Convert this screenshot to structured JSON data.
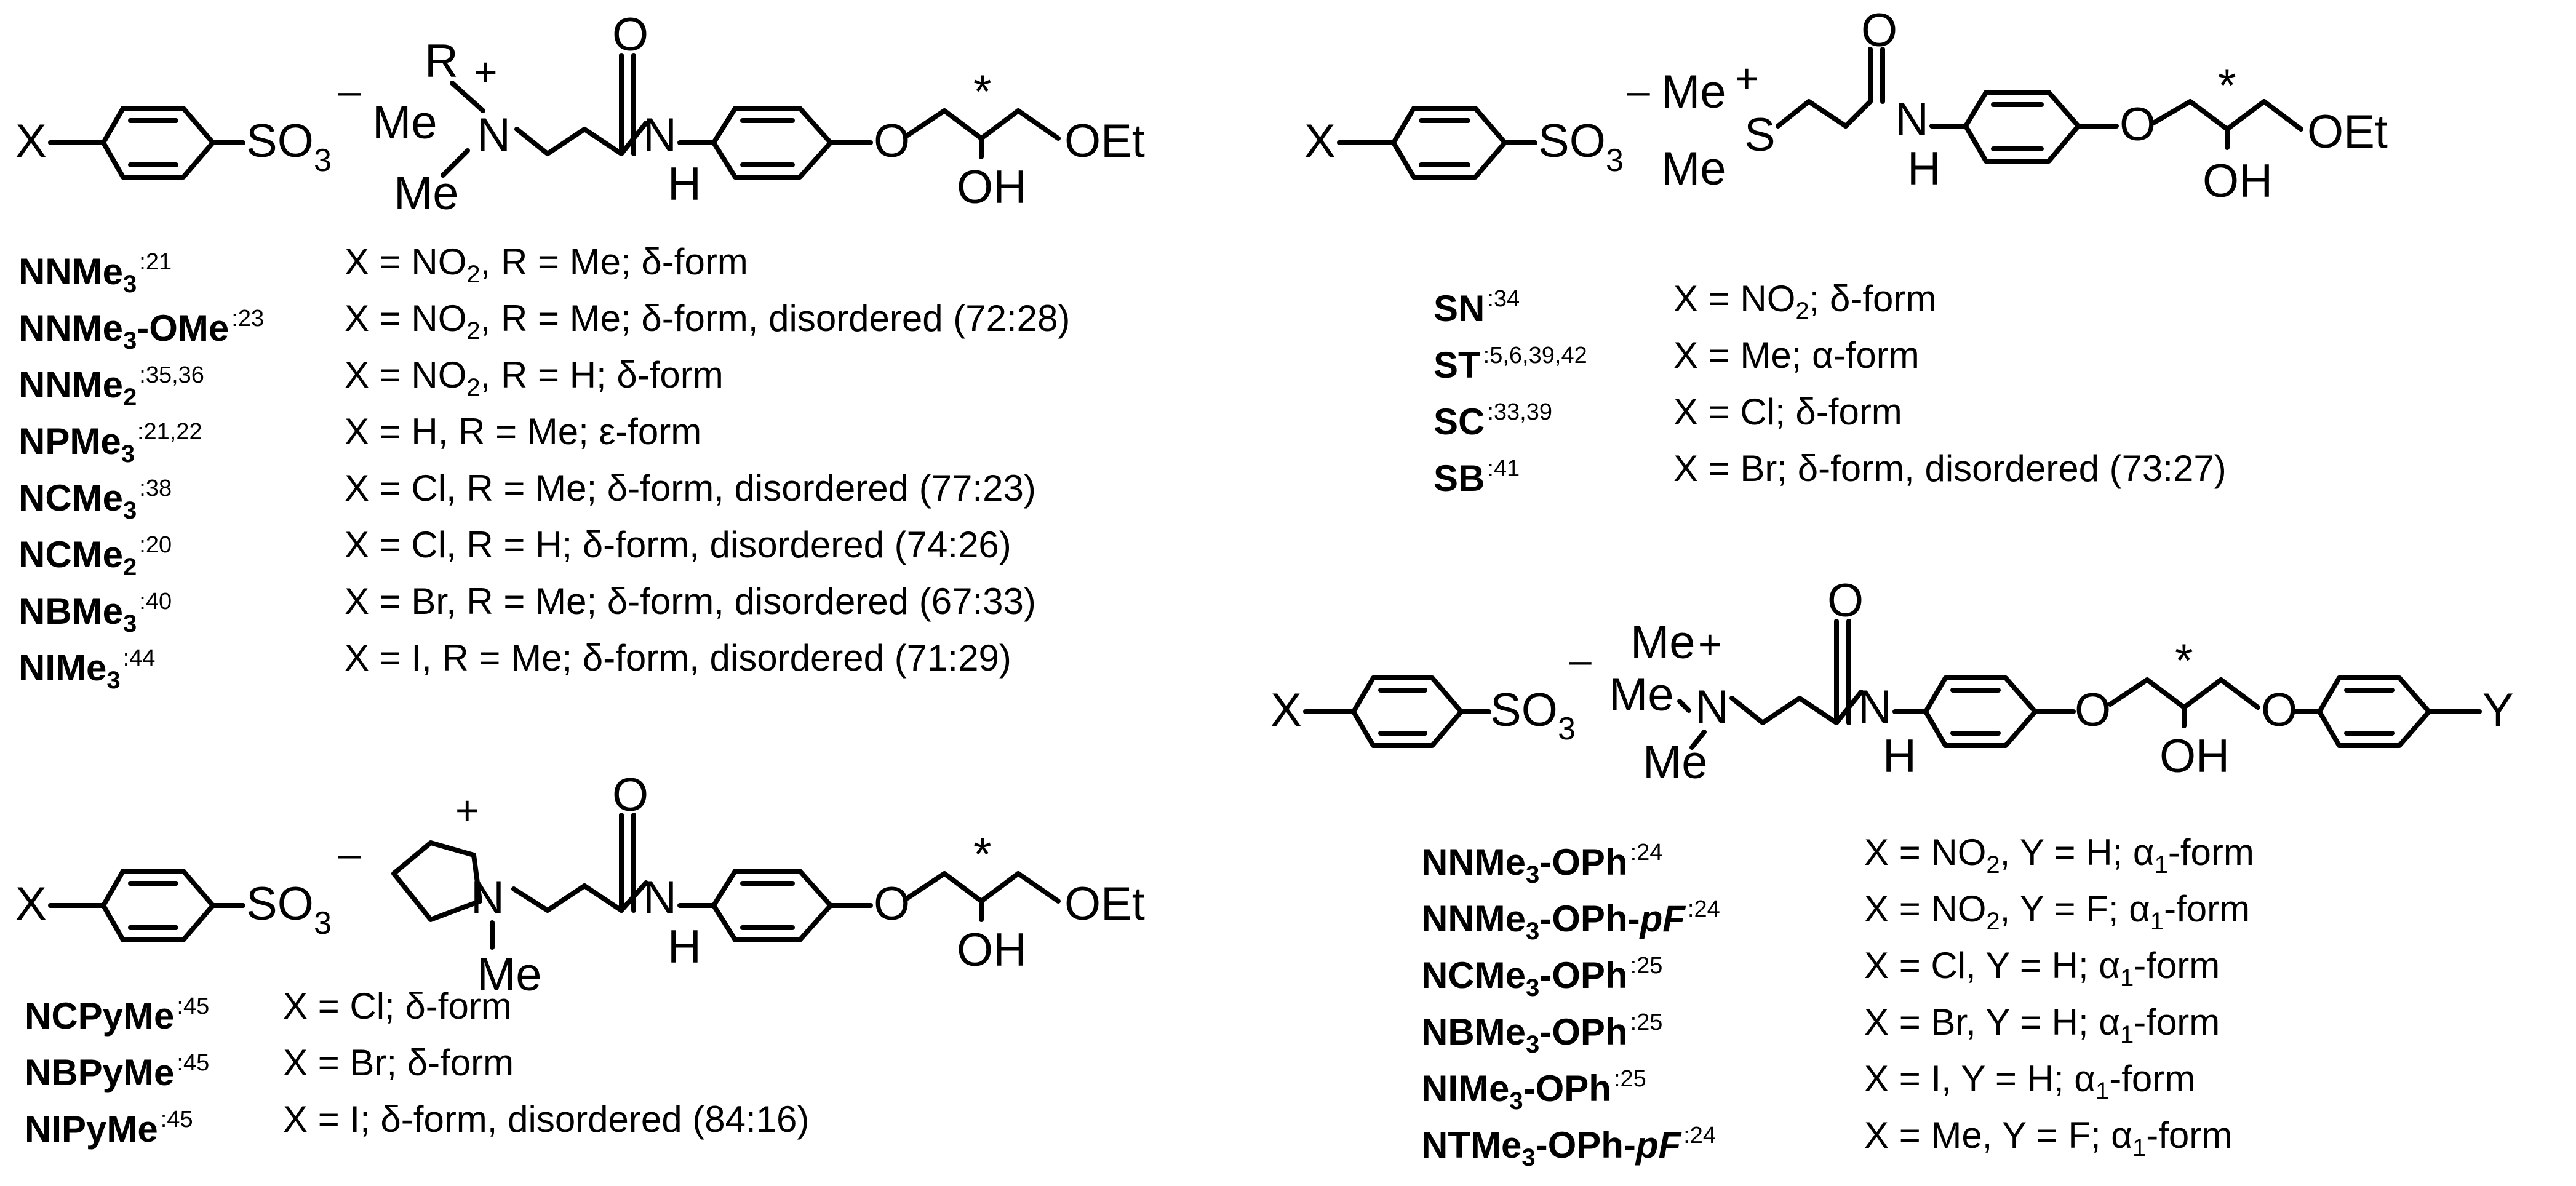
{
  "structures": {
    "labels": {
      "x": "X",
      "y": "Y",
      "so3": "SO",
      "three": "3",
      "minus": "–",
      "plus": "+",
      "r": "R",
      "me": "Me",
      "n": "N",
      "s": "S",
      "nh_n": "N",
      "nh_h": "H",
      "o": "O",
      "oh": "OH",
      "oet": "OEt",
      "star": "*"
    }
  },
  "groups": {
    "group_a": {
      "rows": [
        {
          "name": "NNMe",
          "sub": "3",
          "suffix": "",
          "ref": ":21",
          "desc": "X = NO",
          "desc_sub": "2",
          "desc_rest": ", R = Me; δ-form"
        },
        {
          "name": "NNMe",
          "sub": "3",
          "suffix": "-OMe",
          "ref": ":23",
          "desc": "X = NO",
          "desc_sub": "2",
          "desc_rest": ", R = Me; δ-form, disordered (72:28)"
        },
        {
          "name": "NNMe",
          "sub": "2",
          "suffix": "",
          "ref": ":35,36",
          "desc": "X = NO",
          "desc_sub": "2",
          "desc_rest": ", R = H;    δ-form"
        },
        {
          "name": "NPMe",
          "sub": "3",
          "suffix": "",
          "ref": ":21,22",
          "desc": "X = H,",
          "desc_sub": "",
          "desc_rest": "     R = Me;  ε-form"
        },
        {
          "name": "NCMe",
          "sub": "3",
          "suffix": "",
          "ref": ":38",
          "desc": "X = Cl, R = Me; δ-form, disordered (77:23)",
          "desc_sub": "",
          "desc_rest": ""
        },
        {
          "name": "NCMe",
          "sub": "2",
          "suffix": "",
          "ref": ":20",
          "desc": "X = Cl, R = H; δ-form, disordered (74:26)",
          "desc_sub": "",
          "desc_rest": ""
        },
        {
          "name": "NBMe",
          "sub": "3",
          "suffix": "",
          "ref": ":40",
          "desc": "X = Br, R = Me; δ-form, disordered (67:33)",
          "desc_sub": "",
          "desc_rest": ""
        },
        {
          "name": "NIMe",
          "sub": "3",
          "suffix": "",
          "ref": ":44",
          "desc": "X = I,   R = Me; δ-form, disordered (71:29)",
          "desc_sub": "",
          "desc_rest": ""
        }
      ]
    },
    "group_b": {
      "rows": [
        {
          "name": "SN",
          "ref": ":34",
          "desc": "X = NO",
          "desc_sub": "2",
          "desc_rest": "; δ-form"
        },
        {
          "name": "ST",
          "ref": ":5,6,39,42",
          "desc": "X = Me; α-form",
          "desc_sub": "",
          "desc_rest": ""
        },
        {
          "name": "SC",
          "ref": ":33,39",
          "desc": "X = Cl; δ-form",
          "desc_sub": "",
          "desc_rest": ""
        },
        {
          "name": "SB",
          "ref": ":41",
          "desc": "X = Br; δ-form, disordered (73:27)",
          "desc_sub": "",
          "desc_rest": ""
        }
      ]
    },
    "group_c": {
      "rows": [
        {
          "name": "NCPyMe",
          "ref": ":45",
          "desc": "X = Cl; δ-form",
          "desc_sub": "",
          "desc_rest": ""
        },
        {
          "name": "NBPyMe",
          "ref": ":45",
          "desc": "X = Br; δ-form",
          "desc_sub": "",
          "desc_rest": ""
        },
        {
          "name": "NIPyMe",
          "ref": ":45",
          "desc": "X = I;   δ-form, disordered (84:16)",
          "desc_sub": "",
          "desc_rest": ""
        }
      ]
    },
    "group_d": {
      "rows": [
        {
          "name": "NNMe",
          "sub": "3",
          "suffix": "-OPh",
          "suffix2": "",
          "ref": ":24",
          "desc": "X = NO",
          "desc_sub": "2",
          "desc_rest": ", Y = H; α",
          "desc_sub2": "1",
          "desc_end": "-form"
        },
        {
          "name": "NNMe",
          "sub": "3",
          "suffix": "-OPh-",
          "suffix2": "pF",
          "ref": ":24",
          "desc": "X = NO",
          "desc_sub": "2",
          "desc_rest": ", Y = F;  α",
          "desc_sub2": "1",
          "desc_end": "-form"
        },
        {
          "name": "NCMe",
          "sub": "3",
          "suffix": "-OPh",
          "suffix2": "",
          "ref": ":25",
          "desc": "X = Cl, Y = H;    α",
          "desc_sub": "",
          "desc_rest": "",
          "desc_sub2": "1",
          "desc_end": "-form"
        },
        {
          "name": "NBMe",
          "sub": "3",
          "suffix": "-OPh",
          "suffix2": "",
          "ref": ":25",
          "desc": "X = Br, Y = H;    α",
          "desc_sub": "",
          "desc_rest": "",
          "desc_sub2": "1",
          "desc_end": "-form"
        },
        {
          "name": "NIMe",
          "sub": "3",
          "suffix": "-OPh",
          "suffix2": "",
          "ref": ":25",
          "desc": "X = I, Y = H;       α",
          "desc_sub": "",
          "desc_rest": "",
          "desc_sub2": "1",
          "desc_end": "-form"
        },
        {
          "name": "NTMe",
          "sub": "3",
          "suffix": "-OPh-",
          "suffix2": "pF",
          "ref": ":24",
          "desc": "X = Me, Y = F;    α",
          "desc_sub": "",
          "desc_rest": "",
          "desc_sub2": "1",
          "desc_end": "-form"
        }
      ]
    }
  }
}
